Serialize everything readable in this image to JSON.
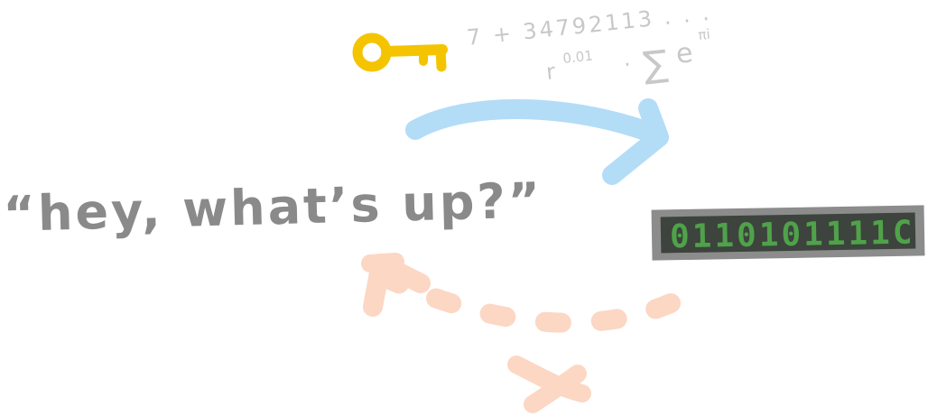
{
  "message": {
    "text": "“hey, what’s up?”"
  },
  "formula": {
    "line1": "7 + 34792113 . . .",
    "r": "r",
    "r_exponent": "0.01",
    "dot": "·",
    "sum": "∑",
    "e": "e",
    "e_exponent": "πi"
  },
  "ciphertext": {
    "bits": "0110101111C"
  },
  "icons": {
    "key": "key-icon",
    "encrypt_arrow": "curved-arrow-right-icon",
    "decrypt_arrow": "dotted-curved-arrow-left-icon",
    "blocked": "cross-icon"
  },
  "colors": {
    "text_gray": "#8a8a8a",
    "formula_gray": "#c8c8c8",
    "key_yellow": "#f5c400",
    "arrow_blue": "#b3dcf7",
    "return_peach": "#fcd7c4",
    "screen_dark": "#3d433d",
    "screen_border": "#8c8c8c",
    "binary_green": "#4fa24a"
  }
}
